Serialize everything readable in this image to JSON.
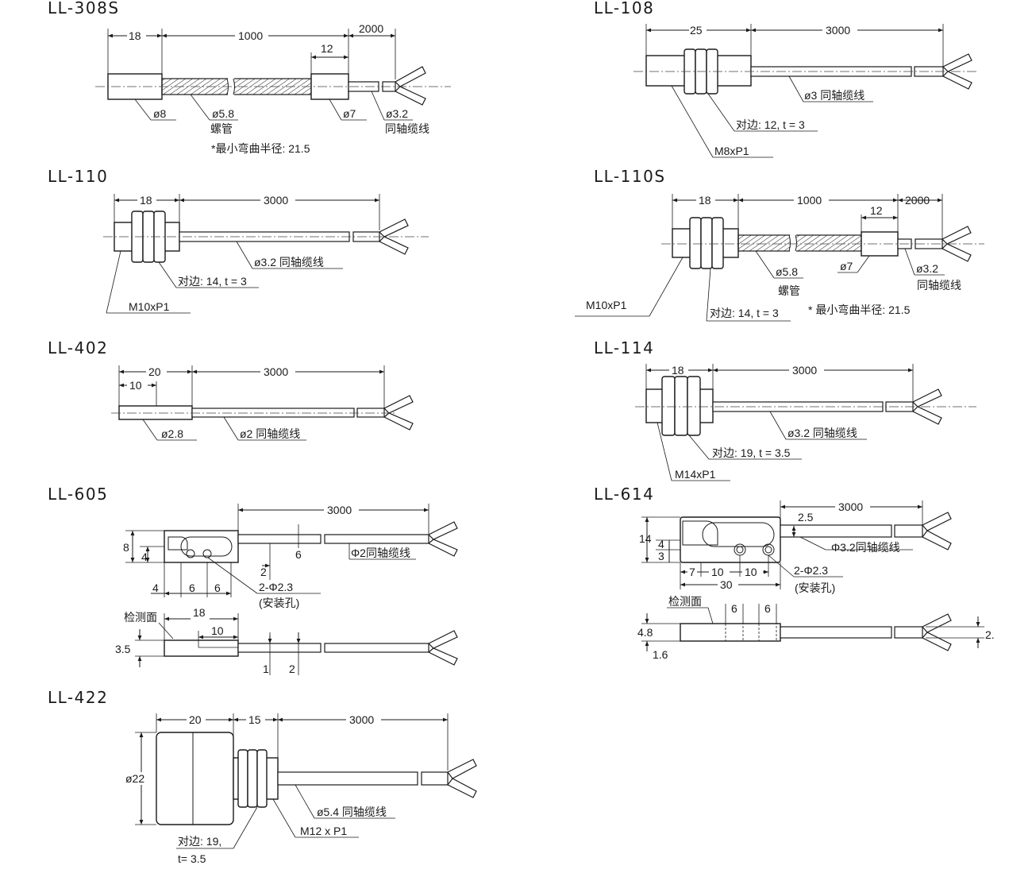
{
  "titles": {
    "ll308s": "LL-308S",
    "ll108": "LL-108",
    "ll110": "LL-110",
    "ll110s": "LL-110S",
    "ll402": "LL-402",
    "ll114": "LL-114",
    "ll605": "LL-605",
    "ll614": "LL-614",
    "ll422": "LL-422"
  },
  "ll308s": {
    "d_len": "18",
    "d_hose": "1000",
    "d_sleeve": "12",
    "d_cable": "2000",
    "d_body": "ø8",
    "d_hose_dia": "ø5.8",
    "hose": "螺管",
    "d_sleeve_dia": "ø7",
    "d_cable_dia": "ø3.2",
    "cable": "同轴缆线",
    "bend": "*最小弯曲半径: 21.5"
  },
  "ll108": {
    "d_len": "25",
    "d_cable": "3000",
    "cable_label": "ø3 同轴缆线",
    "flat": "对边: 12, t = 3",
    "thread": "M8xP1"
  },
  "ll110": {
    "d_len": "18",
    "d_cable": "3000",
    "cable_label": "ø3.2 同轴缆线",
    "flat": "对边: 14, t = 3",
    "thread": "M10xP1"
  },
  "ll110s": {
    "d_len": "18",
    "d_hose": "1000",
    "d_sleeve": "12",
    "d_cable": "2000",
    "d_hose_dia": "ø5.8",
    "hose": "螺管",
    "d_sleeve_dia": "ø7",
    "d_cable_dia": "ø3.2",
    "cable": "同轴缆线",
    "thread": "M10xP1",
    "flat": "对边: 14, t = 3",
    "bend": "* 最小弯曲半径: 21.5"
  },
  "ll402": {
    "d_len": "20",
    "d_half": "10",
    "d_cable": "3000",
    "d_body": "ø2.8",
    "cable_label": "ø2 同轴缆线"
  },
  "ll114": {
    "d_len": "18",
    "d_cable": "3000",
    "cable_label": "ø3.2 同轴缆线",
    "flat": "对边: 19, t = 3.5",
    "thread": "M14xP1"
  },
  "ll605": {
    "d_cable": "3000",
    "d_h": "8",
    "d_h2": "4",
    "d_6a": "6",
    "d_2": "2",
    "cable_label": "Φ2同轴缆线",
    "d_4": "4",
    "d_6b": "6",
    "d_6c": "6",
    "holes": "2-Φ2.3",
    "holes_note": "(安装孔)",
    "face": "检测面",
    "d_18": "18",
    "d_10": "10",
    "d_35": "3.5",
    "d_1": "1",
    "d_2b": "2"
  },
  "ll614": {
    "d_cable": "3000",
    "d_25": "2.5",
    "d_14": "14",
    "d_4": "4",
    "d_3": "3",
    "cable_label": "Φ3.2同轴缆线",
    "d_7": "7",
    "d_10a": "10",
    "d_10b": "10",
    "d_30": "30",
    "holes": "2-Φ2.3",
    "holes_note": "(安装孔)",
    "face": "检测面",
    "d_6a": "6",
    "d_6b": "6",
    "d_48": "4.8",
    "d_16": "1.6",
    "d_2": "2."
  },
  "ll422": {
    "d_20": "20",
    "d_15": "15",
    "d_cable": "3000",
    "d_dia": "ø22",
    "cable_label": "ø5.4 同轴缆线",
    "thread": "M12 x P1",
    "flat": "对边: 19,",
    "thick": "t= 3.5"
  }
}
